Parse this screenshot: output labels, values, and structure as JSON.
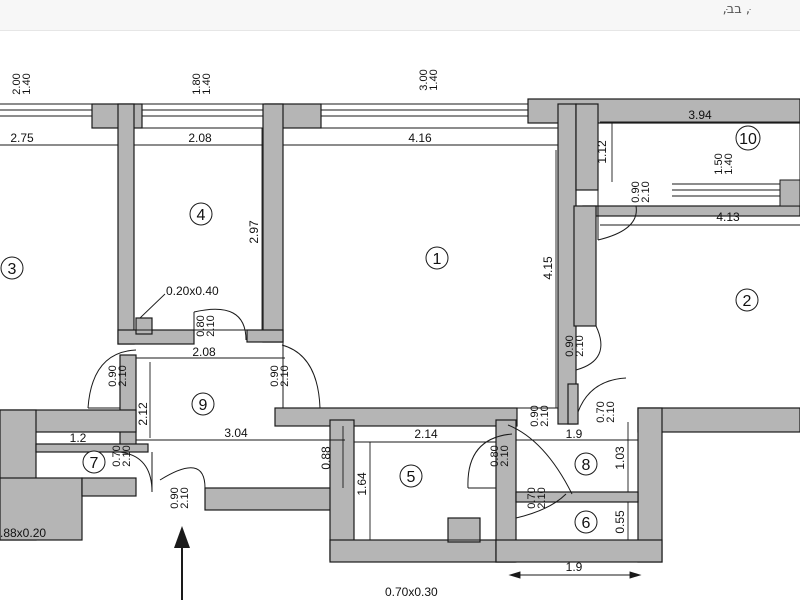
{
  "header": {
    "corner_mark": "ּ,ּבב ,ּ"
  },
  "colors": {
    "wall": "#b5b5b5",
    "line": "#1a1a1a",
    "background": "#ffffff"
  },
  "plan": {
    "rooms": [
      "1",
      "2",
      "3",
      "4",
      "5",
      "6",
      "7",
      "8",
      "9",
      "10"
    ],
    "dimensions": {
      "d_2_75": "2.75",
      "d_2_08_top": "2.08",
      "d_4_16": "4.16",
      "d_3_94": "3.94",
      "d_1_12": "1.12",
      "d_4_13": "4.13",
      "d_2_97": "2.97",
      "d_4_15": "4.15",
      "d_2_08_mid": "2.08",
      "d_2_12": "2.12",
      "d_1_2": "1.2",
      "d_3_04": "3.04",
      "d_0_88": "0.88",
      "d_2_14": "2.14",
      "d_1_64": "1.64",
      "d_1_9_mid": "1.9",
      "d_1_03": "1.03",
      "d_0_55": "0.55",
      "d_1_9_bottom": "1.9"
    },
    "windows": {
      "w_left_a": "2.00",
      "w_left_b": "1.40",
      "w_mid_a": "1.80",
      "w_mid_b": "1.40",
      "w_right_a": "3.00",
      "w_right_b": "1.40",
      "w_room10_a": "1.50",
      "w_room10_b": "1.40"
    },
    "doors": {
      "door_r10_a": "0.90",
      "door_r10_b": "2.10",
      "door_r4_a": "0.80",
      "door_r4_b": "2.10",
      "door_r9l_a": "0.90",
      "door_r9l_b": "2.10",
      "door_r9r_a": "0.90",
      "door_r9r_b": "2.10",
      "door_r2_a": "0.90",
      "door_r2_b": "2.10",
      "door_r7_a": "0.70",
      "door_r7_b": "2.10",
      "door_entry_a": "0.90",
      "door_entry_b": "2.10",
      "door_r5_a": "0.80",
      "door_r5_b": "2.10",
      "door_mid_a": "0.90",
      "door_mid_b": "2.10",
      "door_r8_a": "0.70",
      "door_r8_b": "2.10",
      "door_r6_a": "0.70",
      "door_r6_b": "2.10"
    },
    "shafts": {
      "shaft_a": "0.20x0.40",
      "shaft_b": "0.70x0.30",
      "shaft_c": ".88x0.20"
    }
  }
}
